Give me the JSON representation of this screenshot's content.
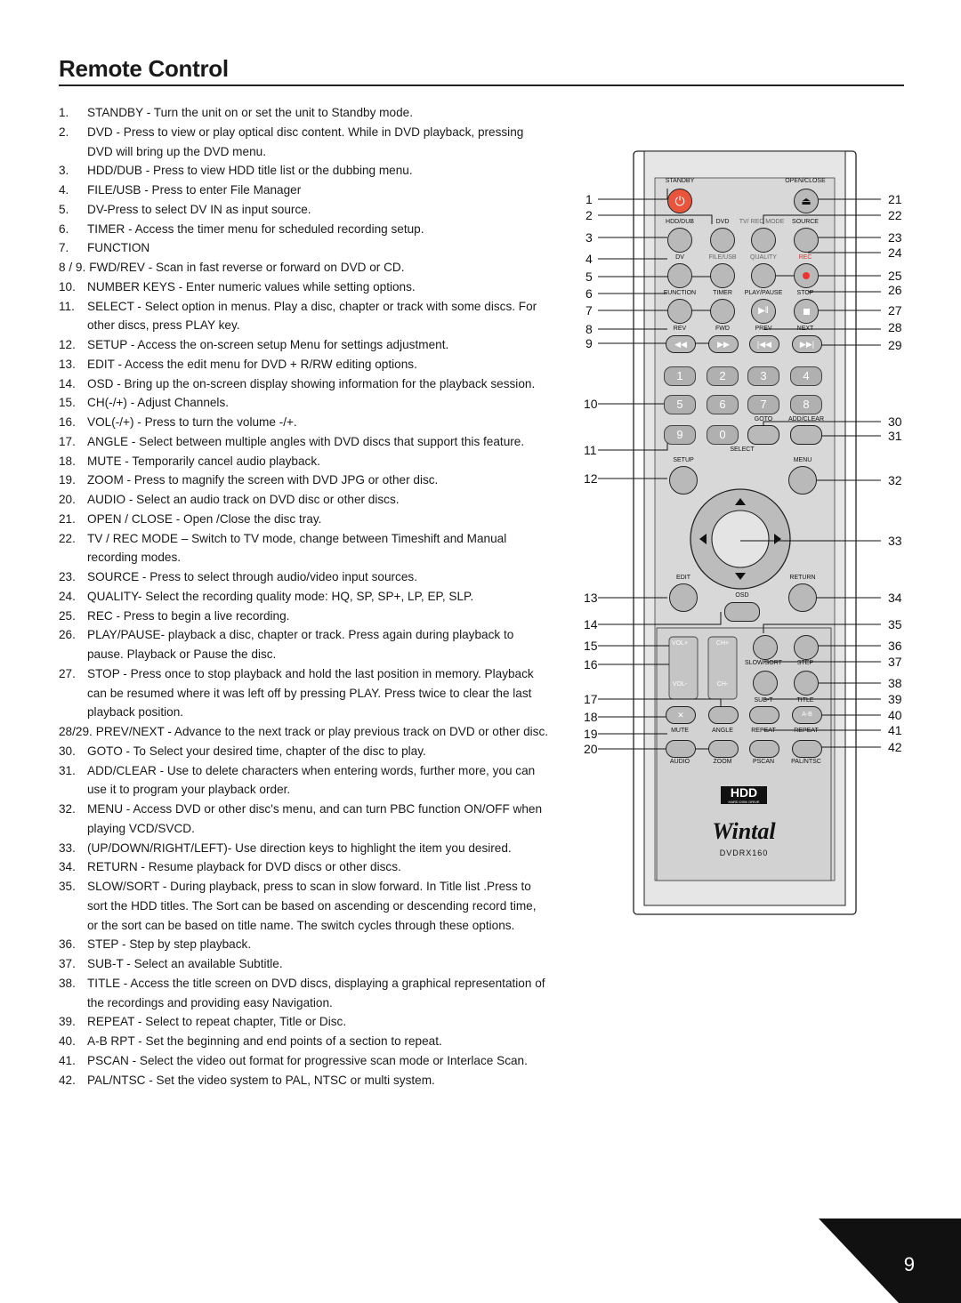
{
  "page": {
    "title": "Remote Control",
    "page_number": "9"
  },
  "items": [
    {
      "n": "1.",
      "t": "STANDBY - Turn the unit on or set the unit to Standby mode."
    },
    {
      "n": "2.",
      "t": "DVD - Press to view or play optical disc content. While in DVD playback, pressing DVD will bring up the DVD menu."
    },
    {
      "n": "3.",
      "t": "HDD/DUB - Press to view HDD title list or the dubbing menu."
    },
    {
      "n": "4.",
      "t": "FILE/USB - Press to enter File Manager"
    },
    {
      "n": "5.",
      "t": "DV-Press to select DV IN as input source."
    },
    {
      "n": "6.",
      "t": "TIMER - Access the timer menu for scheduled recording setup."
    },
    {
      "n": "7.",
      "t": "FUNCTION"
    },
    {
      "n": "8 / 9.",
      "t": "FWD/REV - Scan in fast reverse or forward on DVD or CD."
    },
    {
      "n": "10.",
      "t": "NUMBER KEYS - Enter numeric values while setting options."
    },
    {
      "n": "11.",
      "t": "SELECT - Select option in menus. Play a disc, chapter or track with some discs. For other discs, press PLAY key."
    },
    {
      "n": "12.",
      "t": "SETUP - Access the on-screen setup Menu for settings adjustment."
    },
    {
      "n": "13.",
      "t": "EDIT - Access the edit menu for DVD + R/RW editing options."
    },
    {
      "n": "14.",
      "t": "OSD - Bring up the on-screen display showing information for the playback session."
    },
    {
      "n": "15.",
      "t": "CH(-/+) - Adjust Channels."
    },
    {
      "n": "16.",
      "t": "VOL(-/+) - Press to turn the volume -/+."
    },
    {
      "n": "17.",
      "t": "ANGLE - Select between multiple angles with DVD discs that support this feature."
    },
    {
      "n": "18.",
      "t": "MUTE - Temporarily cancel audio playback."
    },
    {
      "n": "19.",
      "t": "ZOOM - Press to magnify the screen with DVD JPG or other disc."
    },
    {
      "n": "20.",
      "t": "AUDIO - Select an audio track on DVD disc or other discs."
    },
    {
      "n": "21.",
      "t": "OPEN / CLOSE - Open /Close the disc tray."
    },
    {
      "n": "22.",
      "t": "TV / REC MODE – Switch to TV mode, change between Timeshift and Manual recording modes."
    },
    {
      "n": "23.",
      "t": "SOURCE - Press to select through audio/video input sources."
    },
    {
      "n": "24.",
      "t": "QUALITY- Select the recording quality mode: HQ, SP, SP+, LP, EP, SLP."
    },
    {
      "n": "25.",
      "t": "REC - Press to begin a live recording."
    },
    {
      "n": "26.",
      "t": "PLAY/PAUSE- playback a disc, chapter or track. Press again during playback to pause. Playback or Pause the disc."
    },
    {
      "n": "27.",
      "t": "STOP - Press once to stop playback and hold the last position in memory. Playback can be resumed where it was left off by pressing PLAY. Press twice to clear the last playback position."
    },
    {
      "n": "28/29.",
      "t": "PREV/NEXT - Advance to the next track or play previous track on DVD or other disc."
    },
    {
      "n": "30.",
      "t": "GOTO - To Select your desired time, chapter of the disc to play."
    },
    {
      "n": "31.",
      "t": "ADD/CLEAR - Use to delete characters when entering words, further more, you can use it to program your playback order."
    },
    {
      "n": "32.",
      "t": "MENU - Access DVD or other disc's menu, and can turn PBC function ON/OFF when playing VCD/SVCD."
    },
    {
      "n": "33.",
      "t": "(UP/DOWN/RIGHT/LEFT)- Use direction keys to highlight the item you desired."
    },
    {
      "n": "34.",
      "t": "RETURN - Resume playback for DVD discs or other discs."
    },
    {
      "n": "35.",
      "t": "SLOW/SORT - During playback, press to scan in slow forward. In Title list .Press to sort the HDD titles. The Sort can be based on ascending or descending record time, or the sort can be based on title name. The switch cycles through these options."
    },
    {
      "n": "36.",
      "t": "STEP - Step by step playback."
    },
    {
      "n": "37.",
      "t": "SUB-T - Select an available Subtitle."
    },
    {
      "n": "38.",
      "t": "TITLE - Access the title screen on DVD discs, displaying a graphical representation of the recordings and providing easy Navigation."
    },
    {
      "n": "39.",
      "t": "REPEAT - Select to repeat chapter, Title or Disc."
    },
    {
      "n": "40.",
      "t": "A-B RPT - Set the beginning and end points of a section to repeat."
    },
    {
      "n": "41.",
      "t": "PSCAN - Select the video out format for progressive scan mode or Interlace Scan."
    },
    {
      "n": "42.",
      "t": "PAL/NTSC - Set the video system to PAL, NTSC or multi system."
    }
  ],
  "remote": {
    "labels": {
      "standby": "STANDBY",
      "open_close": "OPEN/CLOSE",
      "hdd_dub": "HDD/DUB",
      "dvd": "DVD",
      "tv_rec_mode": "TV/ REC MODE",
      "source": "SOURCE",
      "dv": "DV",
      "file_usb": "FILE/USB",
      "quality": "QUALITY",
      "rec": "REC",
      "function": "FUNCTION",
      "timer": "TIMER",
      "play_pause": "PLAY/PAUSE",
      "stop": "STOP",
      "rev": "REV",
      "fwd": "FWD",
      "prev": "PREV",
      "next": "NEXT",
      "goto": "GOTO",
      "add_clear": "ADD/CLEAR",
      "select": "SELECT",
      "setup": "SETUP",
      "menu": "MENU",
      "edit": "EDIT",
      "return": "RETURN",
      "osd": "OSD",
      "vol_plus": "VOL+",
      "ch_plus": "CH+",
      "vol_minus": "VOL-",
      "ch_minus": "CH-",
      "slow_sort": "SLOW/SORT",
      "step": "STEP",
      "subt": "SUB-T",
      "title": "TITLE",
      "mute": "MUTE",
      "angle": "ANGLE",
      "repeat": "REPEAT",
      "ab_repeat": "REPEAT",
      "ab": "A-B",
      "audio": "AUDIO",
      "zoom": "ZOOM",
      "pscan": "PSCAN",
      "pal_ntsc": "PAL/NTSC",
      "hdd_logo": "HDD",
      "hdd_sub": "HARD DISK DRIVE",
      "brand": "Wintal",
      "model": "DVDRX160"
    },
    "number_keys": [
      "1",
      "2",
      "3",
      "4",
      "5",
      "6",
      "7",
      "8",
      "9",
      "0"
    ],
    "callouts_left": [
      "1",
      "2",
      "3",
      "4",
      "5",
      "6",
      "7",
      "8",
      "9",
      "10",
      "11",
      "12",
      "13",
      "14",
      "15",
      "16",
      "17",
      "18",
      "19",
      "20"
    ],
    "callouts_right": [
      "21",
      "22",
      "23",
      "24",
      "25",
      "26",
      "27",
      "28",
      "29",
      "30",
      "31",
      "32",
      "33",
      "34",
      "35",
      "36",
      "37",
      "38",
      "39",
      "40",
      "41",
      "42"
    ]
  }
}
